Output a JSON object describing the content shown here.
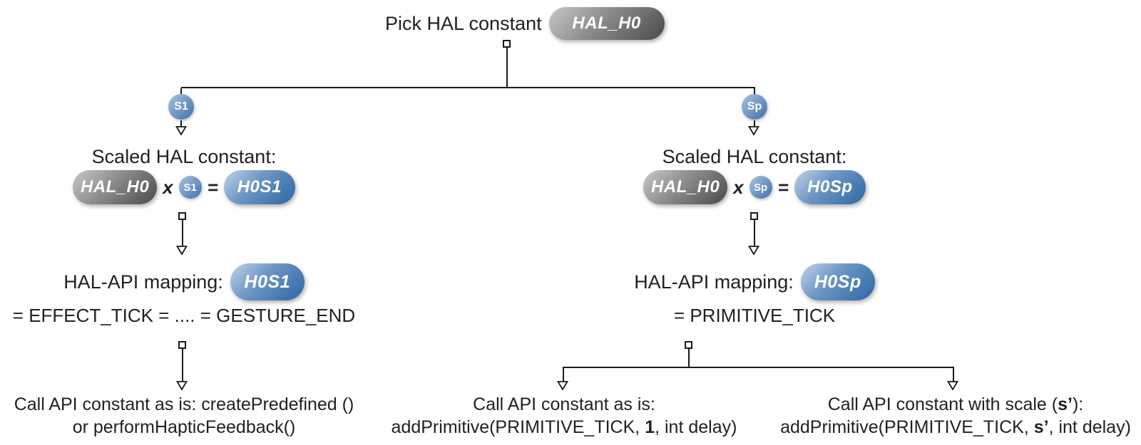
{
  "header": {
    "label": "Pick HAL constant",
    "badge": "HAL_H0"
  },
  "left_branch": {
    "scale_badge": "S1",
    "section_title": "Scaled HAL constant:",
    "equation": {
      "hal": "HAL_H0",
      "times": "x",
      "scale": "S1",
      "equals": "=",
      "result": "H0S1"
    },
    "mapping_label": "HAL-API mapping:",
    "mapping_badge": "H0S1",
    "mapping_equation": "= EFFECT_TICK = .... = GESTURE_END"
  },
  "right_branch": {
    "scale_badge": "Sp",
    "section_title": "Scaled HAL constant:",
    "equation": {
      "hal": "HAL_H0",
      "times": "x",
      "scale": "Sp",
      "equals": "=",
      "result": "H0Sp"
    },
    "mapping_label": "HAL-API mapping:",
    "mapping_badge": "H0Sp",
    "mapping_equation": "= PRIMITIVE_TICK"
  },
  "bottom_left": {
    "line1": "Call API constant as is: createPredefined ()",
    "line2": "or performHapticFeedback()"
  },
  "bottom_middle": {
    "line1": "Call API constant as is:",
    "line2_pre": "addPrimitive(PRIMITIVE_TICK, ",
    "line2_em": "1",
    "line2_post": ", int delay)"
  },
  "bottom_right": {
    "line1_pre": "Call API constant with scale (",
    "line1_em": "s’",
    "line1_post": "):",
    "line2_pre": "addPrimitive(PRIMITIVE_TICK, ",
    "line2_em": "s’",
    "line2_post": ", int delay)"
  },
  "colors": {
    "line": "#1a1a1a",
    "text": "#202124",
    "badge-text": "#ffffff",
    "pill-gray-light": "#c9c9c9",
    "pill-gray-mid": "#8b8b8b",
    "pill-gray-dark": "#4a4a4a",
    "pill-blue-light": "#c2d3ea",
    "pill-blue-mid": "#6d96c4",
    "pill-blue-dark": "#2b66a5",
    "circle-blue-light": "#a9c2de",
    "circle-blue-dark": "#3f70ab"
  }
}
